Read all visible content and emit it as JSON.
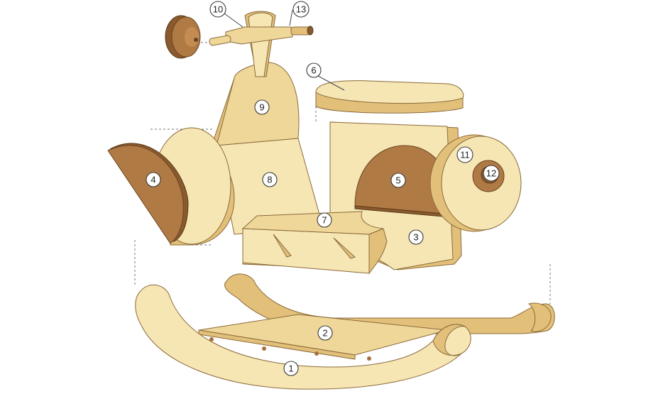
{
  "callouts": [
    {
      "id": "part-1",
      "label": "1"
    },
    {
      "id": "part-2",
      "label": "2"
    },
    {
      "id": "part-3",
      "label": "3"
    },
    {
      "id": "part-4",
      "label": "4"
    },
    {
      "id": "part-5",
      "label": "5"
    },
    {
      "id": "part-6",
      "label": "6"
    },
    {
      "id": "part-7",
      "label": "7"
    },
    {
      "id": "part-8",
      "label": "8"
    },
    {
      "id": "part-9",
      "label": "9"
    },
    {
      "id": "part-10",
      "label": "10"
    },
    {
      "id": "part-11",
      "label": "11"
    },
    {
      "id": "part-12",
      "label": "12"
    },
    {
      "id": "part-13",
      "label": "13"
    }
  ]
}
